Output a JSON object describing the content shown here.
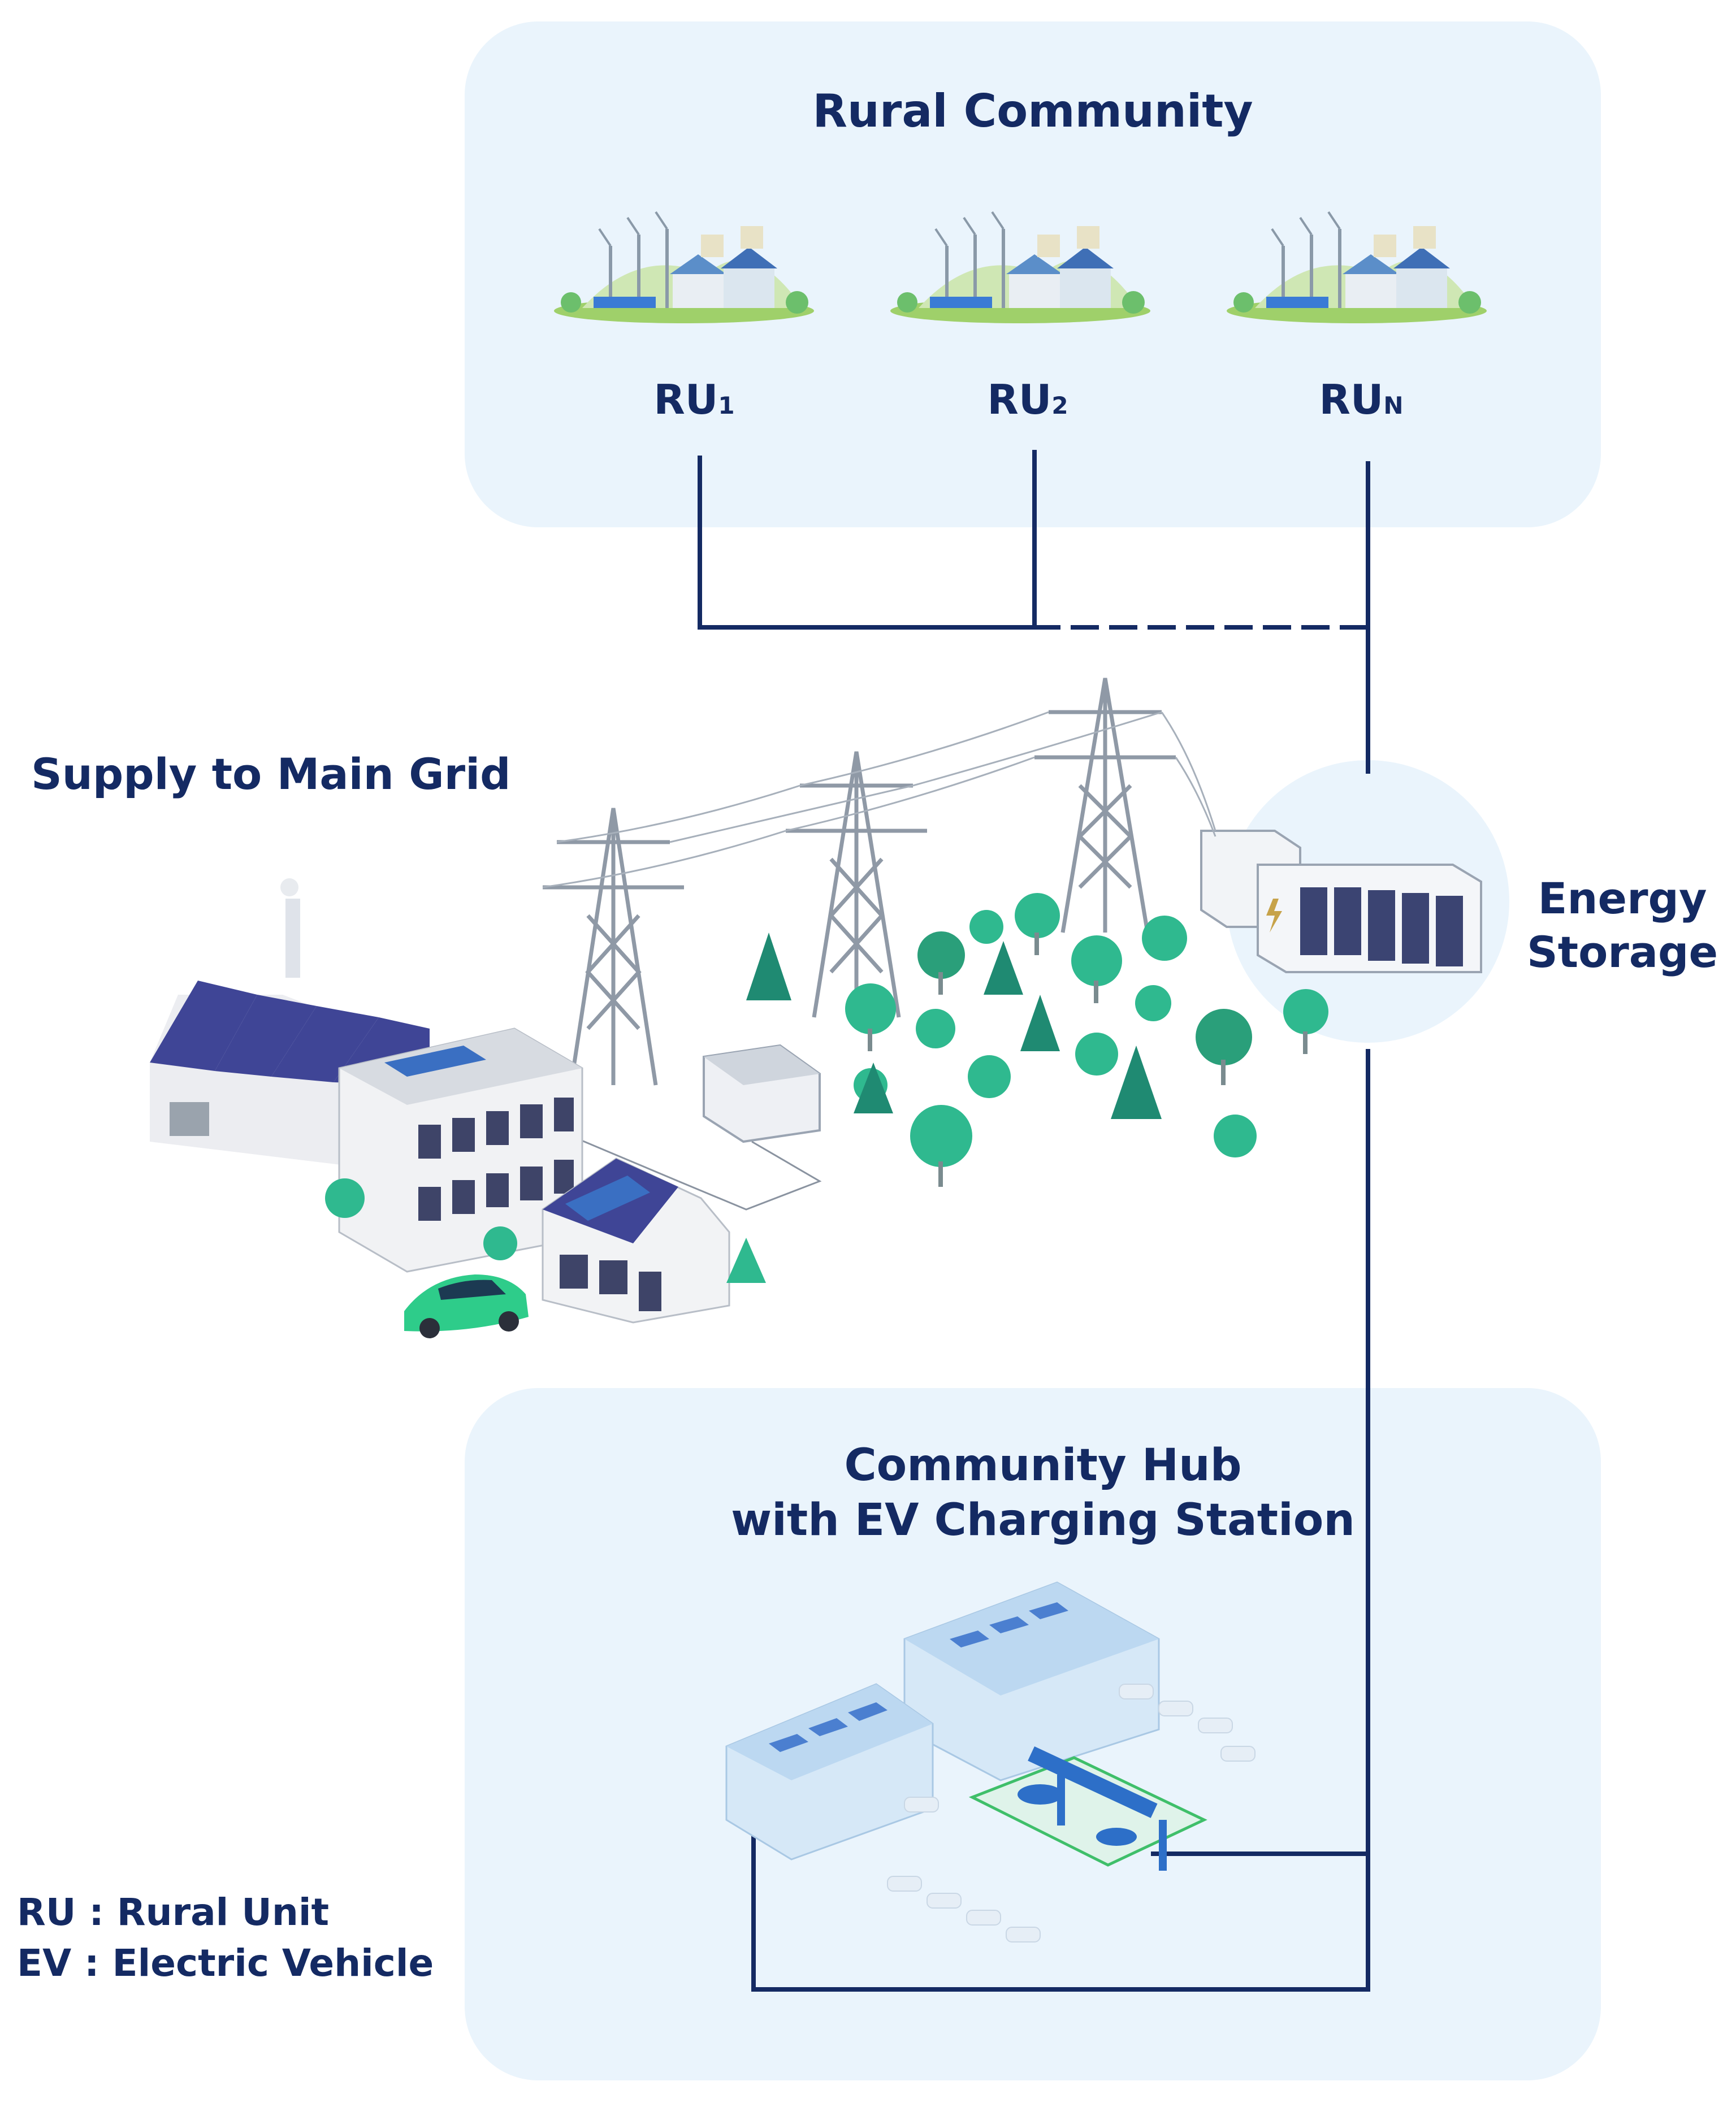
{
  "rural_community": {
    "title": "Rural Community",
    "units": [
      {
        "label": "RU",
        "subscript": "1"
      },
      {
        "label": "RU",
        "subscript": "2"
      },
      {
        "label": "RU",
        "subscript": "N"
      }
    ]
  },
  "main_grid": {
    "label": "Supply to Main Grid"
  },
  "energy_storage": {
    "label_line1": "Energy",
    "label_line2": "Storage"
  },
  "community_hub": {
    "title_line1": "Community Hub",
    "title_line2": "with EV Charging Station"
  },
  "legend": {
    "ru": "RU : Rural Unit",
    "ev": "EV : Electric Vehicle"
  },
  "colors": {
    "line": "#142a63",
    "panel": "#eaf4fc",
    "text": "#142a63",
    "tree": "#2fb98f",
    "roof": "#3f4596",
    "ev_car": "#2ecc8a"
  }
}
